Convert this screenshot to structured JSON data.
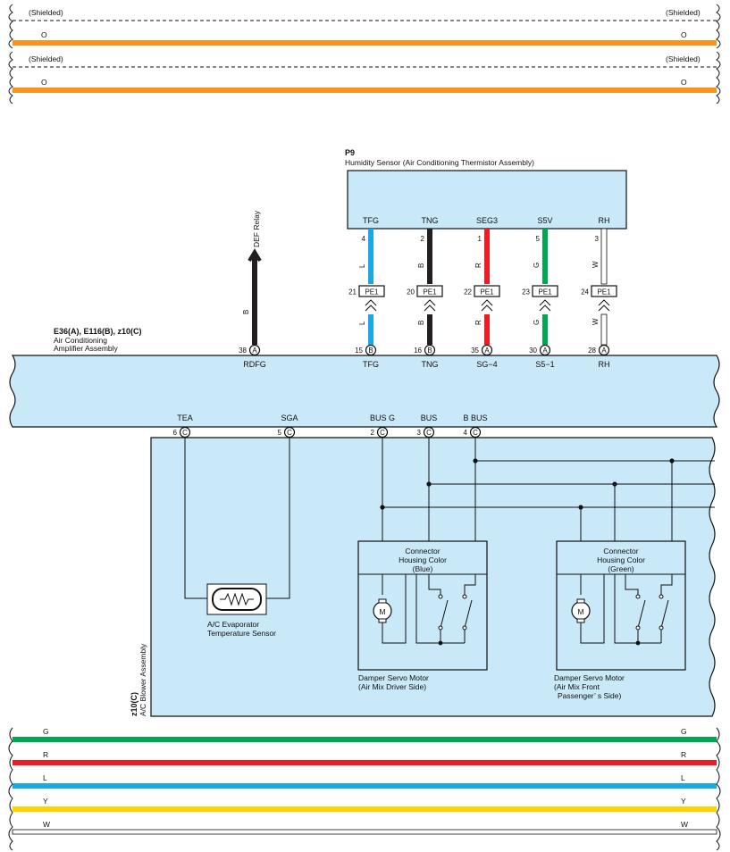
{
  "colors": {
    "O": "#f7941d",
    "G": "#00a651",
    "R": "#ed1c24",
    "L": "#1ba9e1",
    "Y": "#ffd200",
    "W": "#ffffff",
    "B": "#231f20",
    "panel": "#c9e8f8"
  },
  "top_harness": [
    {
      "type": "shielded",
      "left": "(Shielded)",
      "right": "(Shielded)"
    },
    {
      "type": "wire",
      "code": "O",
      "left": "O",
      "right": "O"
    },
    {
      "type": "shielded",
      "left": "(Shielded)",
      "right": "(Shielded)"
    },
    {
      "type": "wire",
      "code": "O",
      "left": "O",
      "right": "O"
    }
  ],
  "humidity_sensor": {
    "code": "P9",
    "title": "Humidity Sensor (Air Conditioning Thermistor Assembly)",
    "terminals": [
      {
        "name": "TFG",
        "pin": "4",
        "wire": "L",
        "jpin": "21",
        "junction": "PE1",
        "ecu_pin": "15",
        "ecu_conn": "B",
        "ecu_name": "TFG"
      },
      {
        "name": "TNG",
        "pin": "2",
        "wire": "B",
        "jpin": "20",
        "junction": "PE1",
        "ecu_pin": "16",
        "ecu_conn": "B",
        "ecu_name": "TNG"
      },
      {
        "name": "SEG3",
        "pin": "1",
        "wire": "R",
        "jpin": "22",
        "junction": "PE1",
        "ecu_pin": "35",
        "ecu_conn": "A",
        "ecu_name": "SG−4"
      },
      {
        "name": "S5V",
        "pin": "5",
        "wire": "G",
        "jpin": "23",
        "junction": "PE1",
        "ecu_pin": "30",
        "ecu_conn": "A",
        "ecu_name": "S5−1"
      },
      {
        "name": "RH",
        "pin": "3",
        "wire": "W",
        "jpin": "24",
        "junction": "PE1",
        "ecu_pin": "28",
        "ecu_conn": "A",
        "ecu_name": "RH"
      }
    ]
  },
  "def_relay": {
    "label": "DEF Relay",
    "wire": "B",
    "pin": "38",
    "conn": "A",
    "name": "RDFG"
  },
  "amplifier": {
    "codes": "E36(A), E116(B), z10(C)",
    "name_line1": "Air Conditioning",
    "name_line2": "Amplifier Assembly",
    "bottom_terminals": [
      {
        "name": "TEA",
        "pin": "6",
        "conn": "C"
      },
      {
        "name": "SGA",
        "pin": "5",
        "conn": "C"
      },
      {
        "name": "BUS G",
        "pin": "2",
        "conn": "C"
      },
      {
        "name": "BUS",
        "pin": "3",
        "conn": "C"
      },
      {
        "name": "B BUS",
        "pin": "4",
        "conn": "C"
      }
    ]
  },
  "blower": {
    "code": "z10(C)",
    "name": "A/C Blower Assembly",
    "evap_sensor": {
      "line1": "A/C Evaporator",
      "line2": "Temperature Sensor"
    },
    "motor_symbol": "M",
    "servo_driver": {
      "header1": "Connector",
      "header2": "Housing Color",
      "header3": "(Blue)",
      "caption1": "Damper Servo Motor",
      "caption2": "(Air Mix Driver Side)"
    },
    "servo_passenger": {
      "header1": "Connector",
      "header2": "Housing Color",
      "header3": "(Green)",
      "caption1": "Damper Servo Motor",
      "caption2": "(Air Mix Front",
      "caption3": "Passenger’ s Side)"
    }
  },
  "bottom_harness": [
    {
      "code": "G",
      "left": "G",
      "right": "G"
    },
    {
      "code": "R",
      "left": "R",
      "right": "R"
    },
    {
      "code": "L",
      "left": "L",
      "right": "L"
    },
    {
      "code": "Y",
      "left": "Y",
      "right": "Y"
    },
    {
      "code": "W",
      "left": "W",
      "right": "W"
    }
  ]
}
